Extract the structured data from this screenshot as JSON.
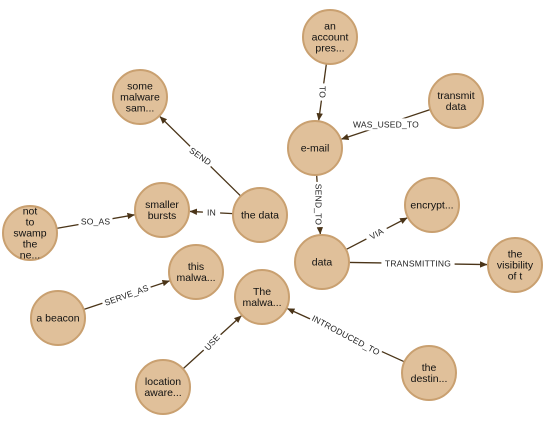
{
  "graph": {
    "colors": {
      "node_fill": "#e0c09a",
      "node_stroke": "#c9a070",
      "edge": "#4a3418",
      "background": "#ffffff"
    },
    "nodes": [
      {
        "id": "account",
        "lines": [
          "an",
          "account",
          "pres..."
        ]
      },
      {
        "id": "transmit",
        "lines": [
          "transmit",
          "data"
        ]
      },
      {
        "id": "email",
        "lines": [
          "e-mail"
        ]
      },
      {
        "id": "malware_sam",
        "lines": [
          "some",
          "malware",
          "sam..."
        ]
      },
      {
        "id": "smaller",
        "lines": [
          "smaller",
          "bursts"
        ]
      },
      {
        "id": "thedata",
        "lines": [
          "the data"
        ]
      },
      {
        "id": "notto",
        "lines": [
          "not",
          "to",
          "swamp",
          "the",
          "ne..."
        ]
      },
      {
        "id": "encrypt",
        "lines": [
          "encrypt..."
        ]
      },
      {
        "id": "data",
        "lines": [
          "data"
        ]
      },
      {
        "id": "visibility",
        "lines": [
          "the",
          "visibility",
          "of t"
        ]
      },
      {
        "id": "thismalwa",
        "lines": [
          "this",
          "malwa..."
        ]
      },
      {
        "id": "beacon",
        "lines": [
          "a beacon"
        ]
      },
      {
        "id": "themalwa",
        "lines": [
          "The",
          "malwa..."
        ]
      },
      {
        "id": "location",
        "lines": [
          "location",
          "aware..."
        ]
      },
      {
        "id": "destin",
        "lines": [
          "the",
          "destin..."
        ]
      }
    ],
    "edges": [
      {
        "from": "account",
        "to": "email",
        "label": "TO"
      },
      {
        "from": "transmit",
        "to": "email",
        "label": "WAS_USED_TO"
      },
      {
        "from": "email",
        "to": "data",
        "label": "SEND_TO"
      },
      {
        "from": "thedata",
        "to": "malware_sam",
        "label": "SEND"
      },
      {
        "from": "thedata",
        "to": "smaller",
        "label": "IN"
      },
      {
        "from": "notto",
        "to": "smaller",
        "label": "SO_AS"
      },
      {
        "from": "data",
        "to": "encrypt",
        "label": "VIA"
      },
      {
        "from": "data",
        "to": "visibility",
        "label": "TRANSMITTING"
      },
      {
        "from": "beacon",
        "to": "thismalwa",
        "label": "SERVE_AS"
      },
      {
        "from": "location",
        "to": "themalwa",
        "label": "USE"
      },
      {
        "from": "destin",
        "to": "themalwa",
        "label": "INTRODUCED_TO"
      }
    ]
  }
}
